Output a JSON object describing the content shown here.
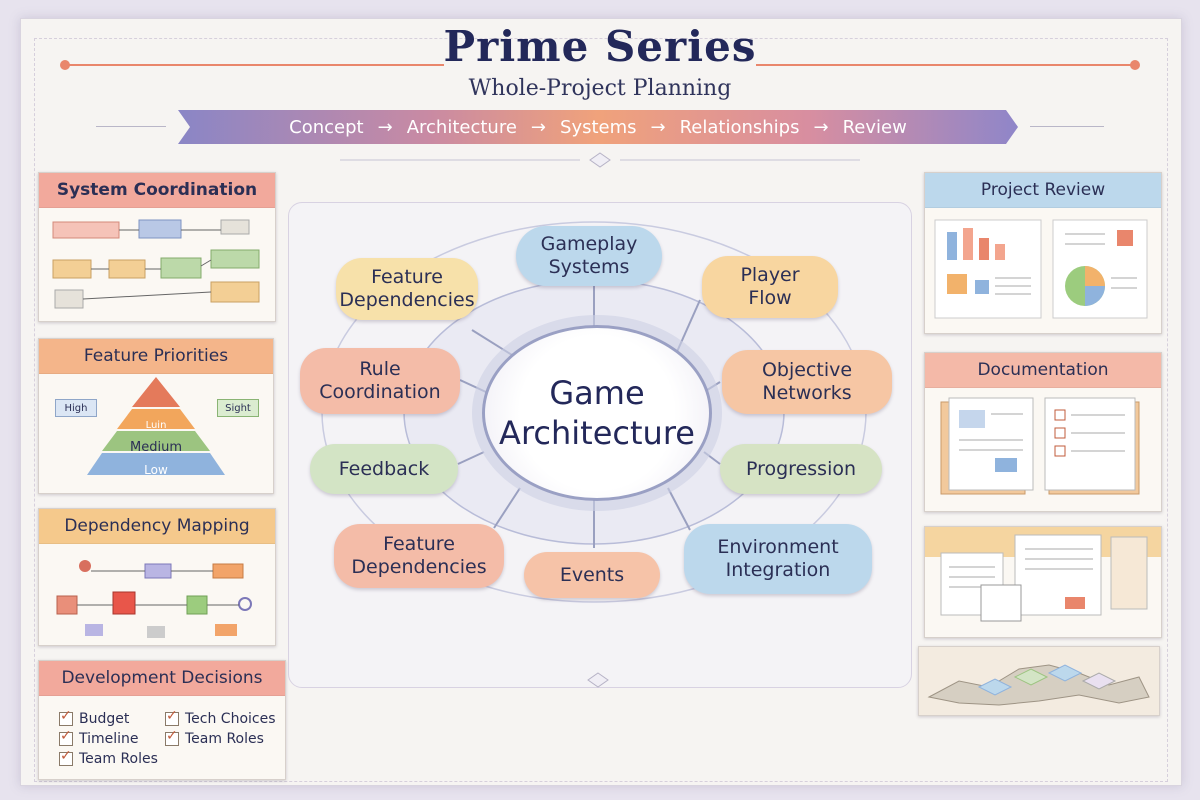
{
  "header": {
    "title": "Prime Series",
    "subtitle": "Whole-Project Planning"
  },
  "flow": {
    "steps": [
      "Concept",
      "Architecture",
      "Systems",
      "Relationships",
      "Review"
    ],
    "arrow": "→"
  },
  "left_panels": {
    "system_coordination": {
      "title": "System Coordination"
    },
    "feature_priorities": {
      "title": "Feature Priorities",
      "levels": [
        "Luin",
        "Medium",
        "Low"
      ],
      "left_tag": "High",
      "right_tag": "Sight"
    },
    "dependency_mapping": {
      "title": "Dependency Mapping"
    },
    "development_decisions": {
      "title": "Development Decisions",
      "col1": [
        "Budget",
        "Timeline",
        "Team Roles"
      ],
      "col2": [
        "Tech Choices",
        "Team Roles"
      ]
    }
  },
  "right_panels": {
    "project_review": {
      "title": "Project Review"
    },
    "documentation": {
      "title": "Documentation"
    }
  },
  "diagram": {
    "hub": [
      "Game",
      "Architecture"
    ],
    "nodes": {
      "gameplay": [
        "Gameplay",
        "Systems"
      ],
      "feature_top": [
        "Feature",
        "Dependencies"
      ],
      "player": [
        "Player",
        "Flow"
      ],
      "rule": [
        "Rule",
        "Coordination"
      ],
      "objective": [
        "Objective",
        "Networks"
      ],
      "feedback": [
        "Feedback"
      ],
      "progression": [
        "Progression"
      ],
      "feature_bottom": [
        "Feature",
        "Dependencies"
      ],
      "events": [
        "Events"
      ],
      "environment": [
        "Environment",
        "Integration"
      ]
    }
  },
  "colors": {
    "accent": "#e9866c",
    "blue": "#bcd8ec",
    "orange": "#f6c6a4",
    "yellow": "#f7e1aa",
    "green": "#d3e4c5",
    "salmon": "#f4bca8"
  }
}
